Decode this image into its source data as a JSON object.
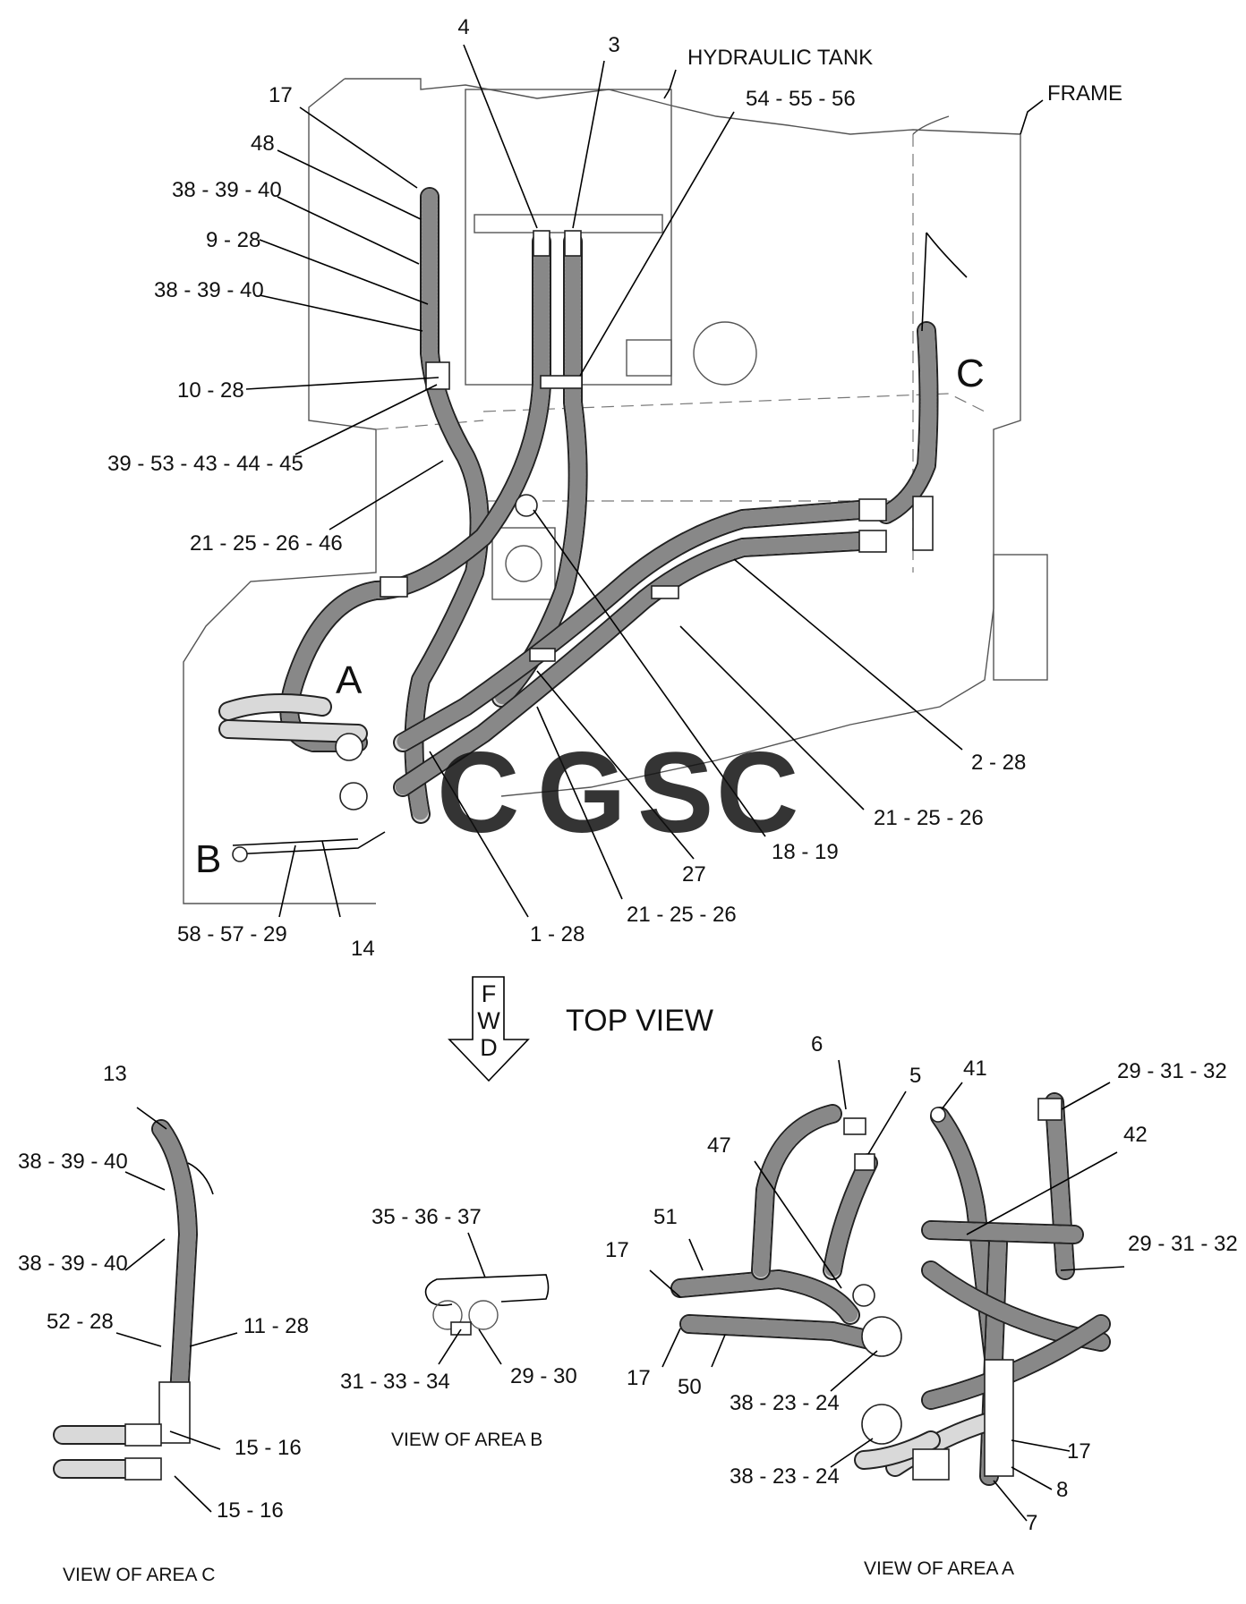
{
  "top_view": {
    "labels": {
      "hydraulic_tank": "HYDRAULIC TANK",
      "frame": "FRAME",
      "area_a": "A",
      "area_b": "B",
      "area_c": "C"
    },
    "callouts": [
      {
        "key": "c4",
        "text": "4"
      },
      {
        "key": "c3",
        "text": "3"
      },
      {
        "key": "c54",
        "text": "54 - 55 - 56"
      },
      {
        "key": "c17",
        "text": "17"
      },
      {
        "key": "c48",
        "text": "48"
      },
      {
        "key": "c38a",
        "text": "38 - 39 - 40"
      },
      {
        "key": "c9",
        "text": "9 - 28"
      },
      {
        "key": "c38b",
        "text": "38 - 39 - 40"
      },
      {
        "key": "c10",
        "text": "10 - 28"
      },
      {
        "key": "c39",
        "text": "39 - 53 - 43 - 44 - 45"
      },
      {
        "key": "c21a",
        "text": "21 - 25 - 26 - 46"
      },
      {
        "key": "c2",
        "text": "2 - 28"
      },
      {
        "key": "c21b",
        "text": "21 - 25 - 26"
      },
      {
        "key": "c18",
        "text": "18 - 19"
      },
      {
        "key": "c27",
        "text": "27"
      },
      {
        "key": "c21c",
        "text": "21 - 25 - 26"
      },
      {
        "key": "c1",
        "text": "1 - 28"
      },
      {
        "key": "c14",
        "text": "14"
      },
      {
        "key": "c58",
        "text": "58 - 57 - 29"
      }
    ],
    "title": "TOP VIEW",
    "fwd_letters": [
      "F",
      "W",
      "D"
    ]
  },
  "view_c": {
    "caption": "VIEW OF AREA C",
    "callouts": [
      {
        "key": "c13",
        "text": "13"
      },
      {
        "key": "c38a",
        "text": "38 - 39 - 40"
      },
      {
        "key": "c38b",
        "text": "38 - 39 - 40"
      },
      {
        "key": "c52",
        "text": "52 - 28"
      },
      {
        "key": "c11",
        "text": "11 - 28"
      },
      {
        "key": "c15a",
        "text": "15 - 16"
      },
      {
        "key": "c15b",
        "text": "15 - 16"
      }
    ]
  },
  "view_b": {
    "caption": "VIEW OF AREA B",
    "callouts": [
      {
        "key": "c35",
        "text": "35 - 36 - 37"
      },
      {
        "key": "c31",
        "text": "31 - 33 - 34"
      },
      {
        "key": "c29",
        "text": "29 - 30"
      }
    ]
  },
  "view_a": {
    "caption": "VIEW OF AREA A",
    "callouts": [
      {
        "key": "c6",
        "text": "6"
      },
      {
        "key": "c5",
        "text": "5"
      },
      {
        "key": "c41",
        "text": "41"
      },
      {
        "key": "c29a",
        "text": "29 - 31 - 32"
      },
      {
        "key": "c47",
        "text": "47"
      },
      {
        "key": "c42",
        "text": "42"
      },
      {
        "key": "c51",
        "text": "51"
      },
      {
        "key": "c17a",
        "text": "17"
      },
      {
        "key": "c29b",
        "text": "29 - 31 - 32"
      },
      {
        "key": "c17b",
        "text": "17"
      },
      {
        "key": "c50",
        "text": "50"
      },
      {
        "key": "c38a",
        "text": "38 - 23 - 24"
      },
      {
        "key": "c38b",
        "text": "38 - 23 - 24"
      },
      {
        "key": "c17c",
        "text": "17"
      },
      {
        "key": "c8",
        "text": "8"
      },
      {
        "key": "c7",
        "text": "7"
      }
    ]
  },
  "watermark": {
    "letters": [
      "C",
      "G",
      "S",
      "C"
    ],
    "colors": [
      "#4f8ff0",
      "#ef6b66",
      "#f6c945",
      "#35a56e"
    ]
  }
}
